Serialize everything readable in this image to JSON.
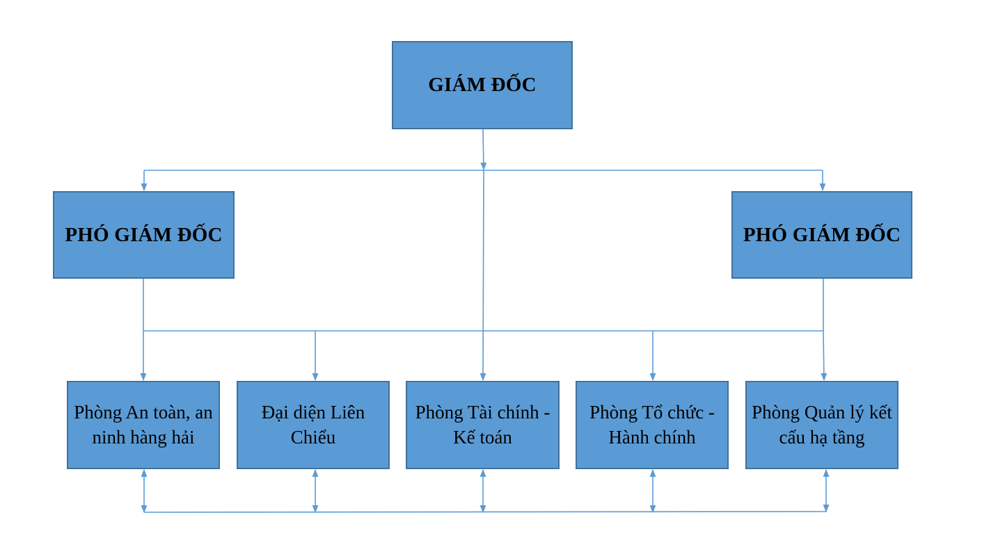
{
  "diagram": {
    "director": {
      "label": "GIÁM ĐỐC"
    },
    "deputies": [
      {
        "label": "PHÓ GIÁM ĐỐC"
      },
      {
        "label": "PHÓ GIÁM ĐỐC"
      }
    ],
    "departments": [
      {
        "label": "Phòng An toàn, an ninh hàng hải"
      },
      {
        "label": "Đại diện Liên Chiểu"
      },
      {
        "label": "Phòng Tài chính - Kế toán"
      },
      {
        "label": "Phòng Tổ chức - Hành chính"
      },
      {
        "label": "Phòng Quản lý kết cấu hạ tầng"
      }
    ],
    "colors": {
      "box_fill": "#5b9bd5",
      "box_border": "#41719c",
      "connector": "#5b9bd5"
    }
  }
}
